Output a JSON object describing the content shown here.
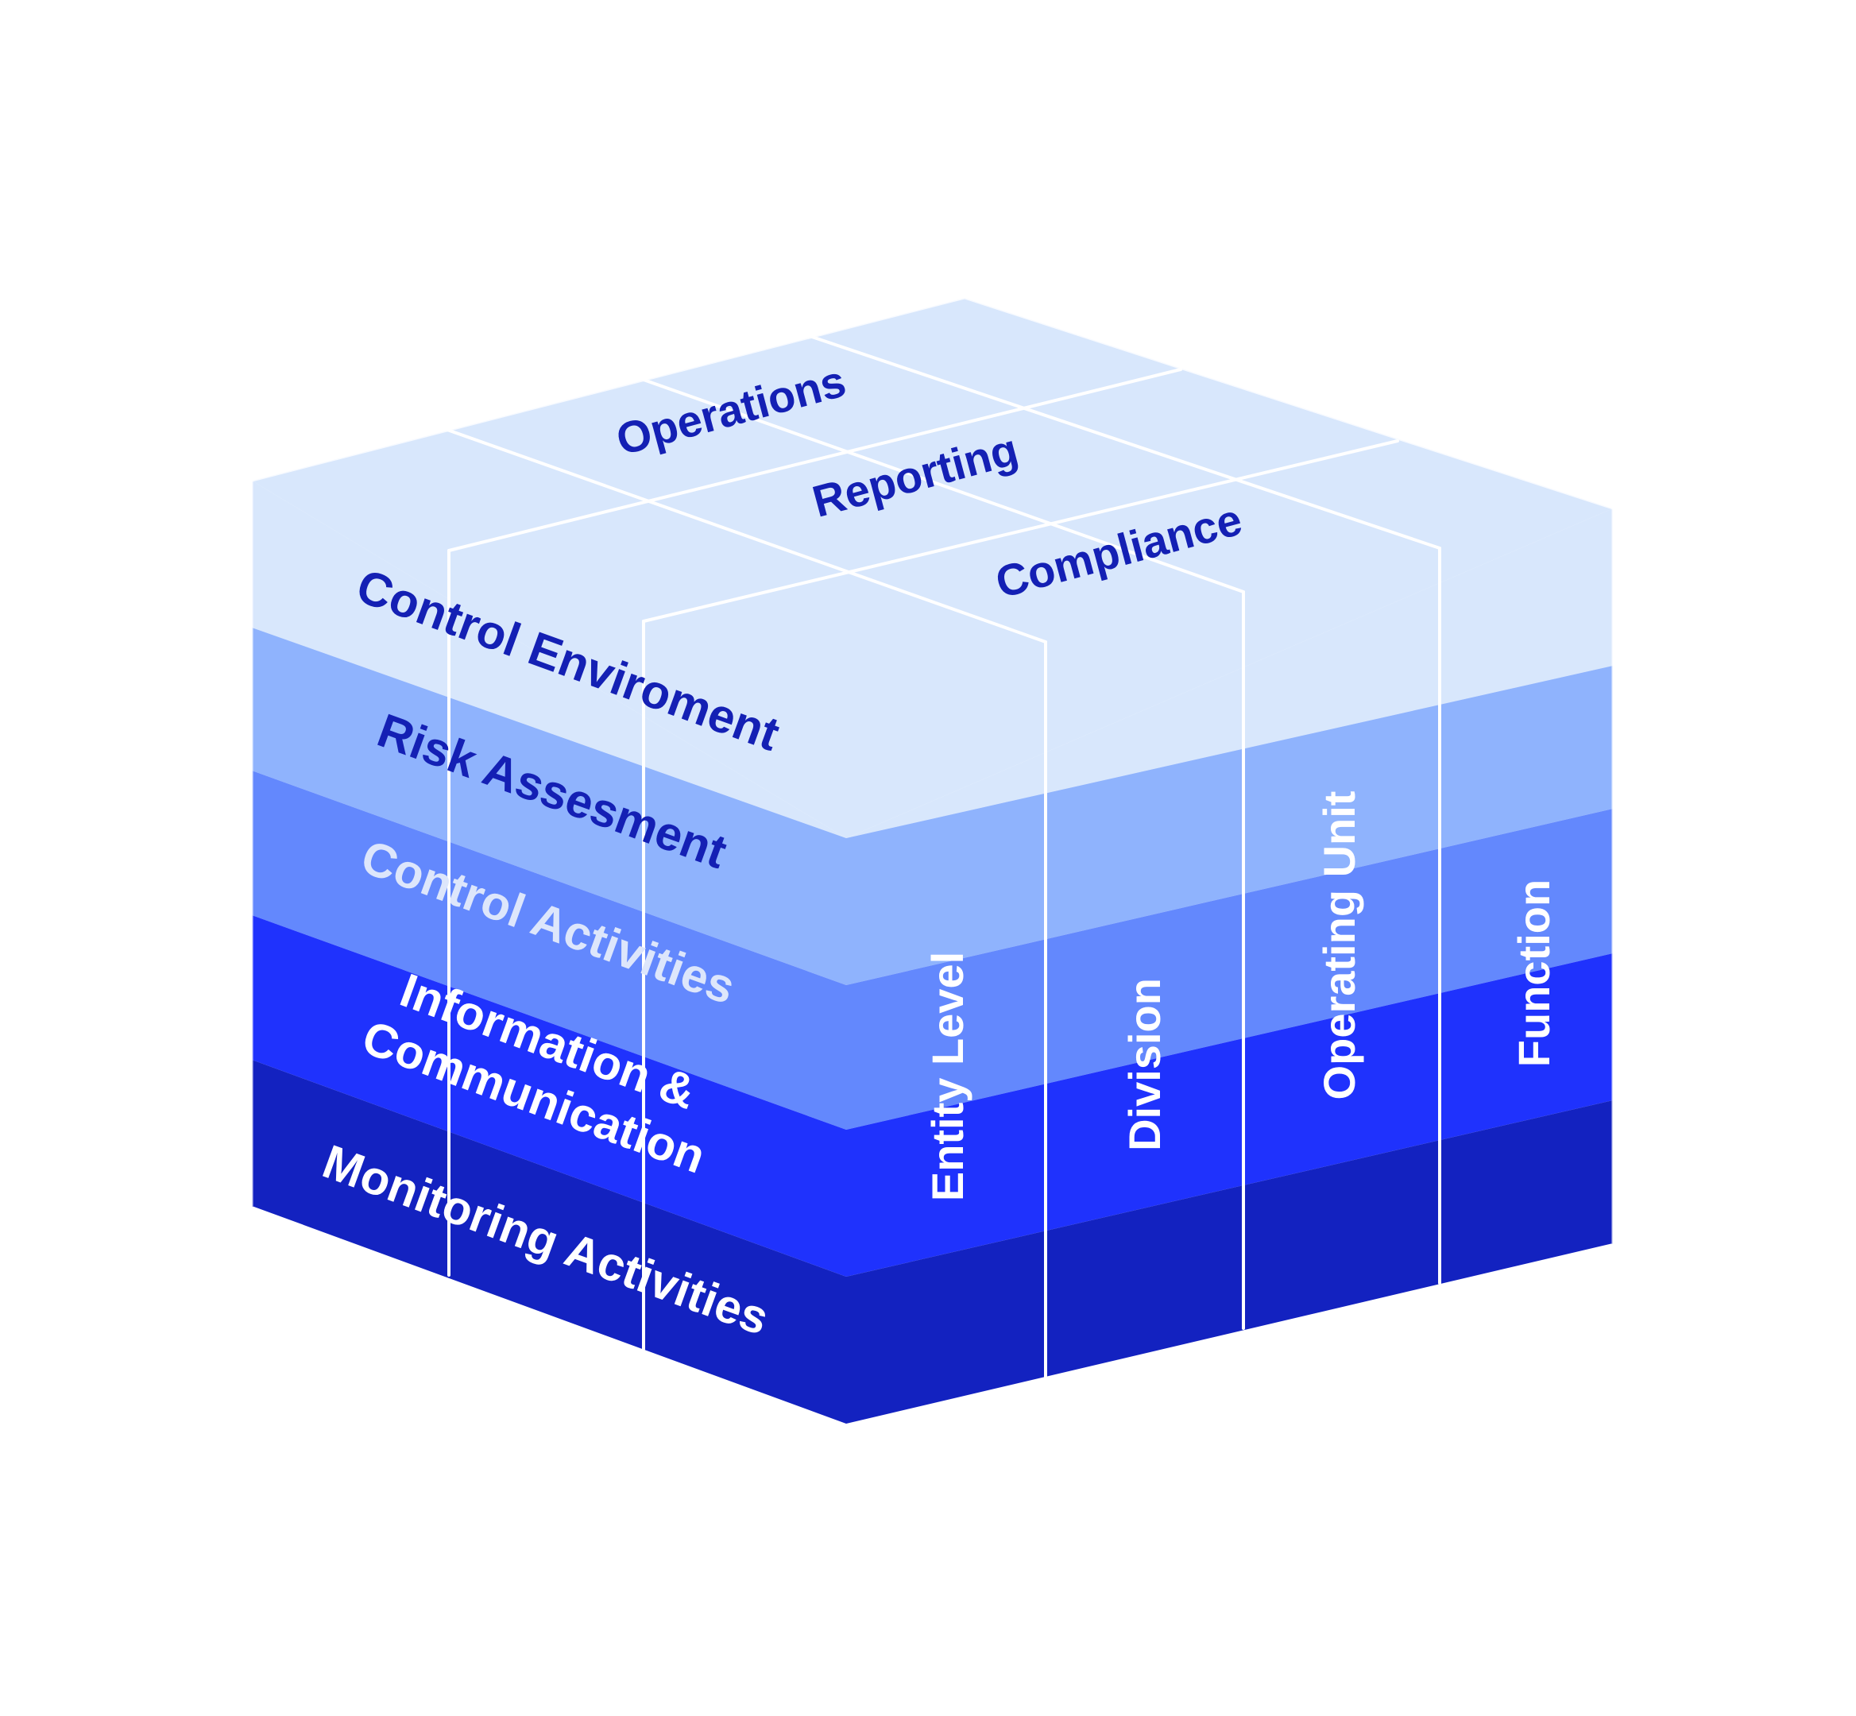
{
  "top_face": {
    "labels": [
      "Operations",
      "Reporting",
      "Compliance"
    ]
  },
  "left_face": {
    "labels": [
      "Control Enviroment",
      "Risk Assesment",
      "Control Activities",
      "Information &",
      "Communication",
      "Monitoring Activities"
    ]
  },
  "right_face": {
    "labels": [
      "Entity Level",
      "Division",
      "Operating Unit",
      "Function"
    ]
  },
  "colors": {
    "top_face": "#d8e7fc",
    "layer_1": "#d8e7fc",
    "layer_2": "#8fb3fd",
    "layer_3": "#6388fd",
    "layer_4": "#1f32fd",
    "layer_5": "#1322c0",
    "dark_text": "#1420b4",
    "light_text": "#ffffff",
    "pale_text": "#dde6fb",
    "grid": "#ffffff"
  }
}
